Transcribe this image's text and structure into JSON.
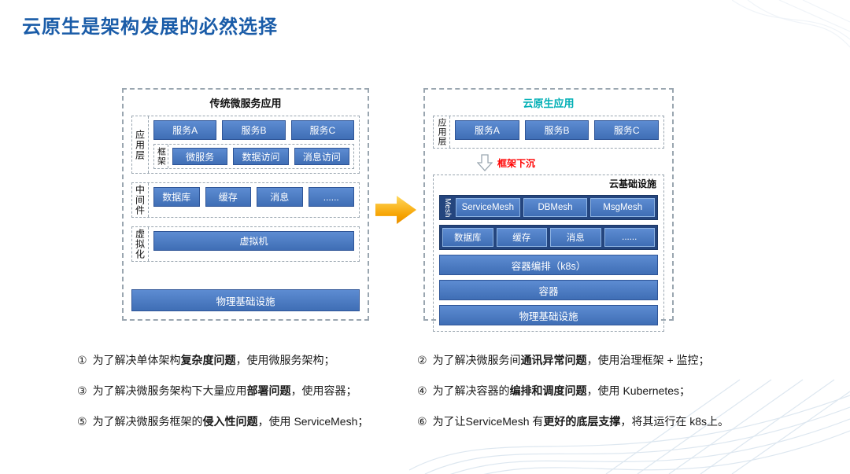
{
  "page": {
    "title": "云原生是架构发展的必然选择"
  },
  "colors": {
    "title_blue": "#1A5CA8",
    "box_blue": "#4472C4",
    "box_blue_dark": "#2F5597",
    "navy_container": "#24457E",
    "teal": "#00AFB5",
    "red": "#FF0000",
    "arrow_orange": "#F6A200",
    "dashed_border": "#9AA6B0"
  },
  "left_diagram": {
    "title": "传统微服务应用",
    "app_layer": {
      "label": "应用层",
      "services": [
        "服务A",
        "服务B",
        "服务C"
      ],
      "framework": {
        "label": "框架",
        "items": [
          "微服务",
          "数据访问",
          "消息访问"
        ]
      }
    },
    "middleware": {
      "label": "中间件",
      "items": [
        "数据库",
        "缓存",
        "消息",
        "......"
      ]
    },
    "virtualization": {
      "label": "虚拟化",
      "vm": "虚拟机"
    },
    "physical": "物理基础设施"
  },
  "right_diagram": {
    "title": "云原生应用",
    "app_layer": {
      "label": "应用层",
      "services": [
        "服务A",
        "服务B",
        "服务C"
      ]
    },
    "sink_label": "框架下沉",
    "cloud_infra": {
      "title": "云基础设施",
      "mesh": {
        "label": "Mesh",
        "items": [
          "ServiceMesh",
          "DBMesh",
          "MsgMesh"
        ]
      },
      "middleware": [
        "数据库",
        "缓存",
        "消息",
        "......"
      ],
      "bars": [
        "容器编排（k8s）",
        "容器",
        "物理基础设施"
      ]
    }
  },
  "notes": [
    {
      "num": "①",
      "pre": "为了解决单体架构",
      "bold": "复杂度问题",
      "post": "，使用微服务架构；"
    },
    {
      "num": "②",
      "pre": "为了解决微服务间",
      "bold": "通讯异常问题",
      "post": "，使用治理框架 + 监控；"
    },
    {
      "num": "③",
      "pre": "为了解决微服务架构下大量应用",
      "bold": "部署问题",
      "post": "，使用容器；"
    },
    {
      "num": "④",
      "pre": "为了解决容器的",
      "bold": "编排和调度问题",
      "post": "，使用 Kubernetes；"
    },
    {
      "num": "⑤",
      "pre": "为了解决微服务框架的",
      "bold": "侵入性问题",
      "post": "，使用 ServiceMesh；"
    },
    {
      "num": "⑥",
      "pre": "为了让ServiceMesh 有",
      "bold": "更好的底层支撑",
      "post": "，将其运行在 k8s上。"
    }
  ]
}
